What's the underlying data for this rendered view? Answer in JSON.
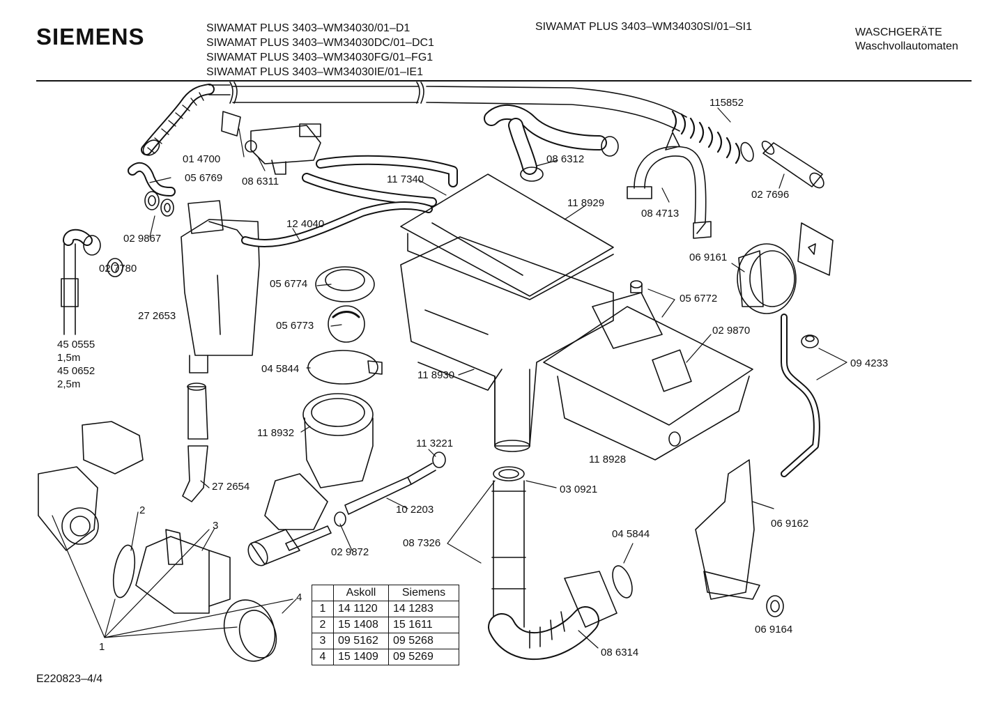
{
  "header": {
    "brand": "SIEMENS",
    "models": [
      "SIWAMAT PLUS 3403–WM34030/01–D1",
      "SIWAMAT PLUS 3403–WM34030DC/01–DC1",
      "SIWAMAT PLUS 3403–WM34030FG/01–FG1",
      "SIWAMAT PLUS 3403–WM34030IE/01–IE1"
    ],
    "model_right": "SIWAMAT PLUS 3403–WM34030SI/01–SI1",
    "category": "WASCHGERÄTE",
    "subcategory": "Waschvollautomaten"
  },
  "parts": {
    "p115852": "115852",
    "p014700": "01 4700",
    "p086312": "08 6312",
    "p056769": "05 6769",
    "p086311": "08 6311",
    "p117340": "11 7340",
    "p118929": "11 8929",
    "p084713": "08 4713",
    "p027696": "02 7696",
    "p029867": "02 9867",
    "p124040": "12 4040",
    "p069161": "06 9161",
    "p027780": "02 7780",
    "p056774": "05 6774",
    "p056772": "05 6772",
    "p272653": "27 2653",
    "p056773": "05 6773",
    "p029870": "02 9870",
    "p450555": "45 0555",
    "len1": "1,5m",
    "p450652": "45 0652",
    "len2": "2,5m",
    "p045844a": "04 5844",
    "p118930": "11 8930",
    "p094233": "09 4233",
    "p118932": "11 8932",
    "p113221": "11 3221",
    "p118928": "11 8928",
    "p272654": "27 2654",
    "p030921": "03 0921",
    "p102203": "10 2203",
    "p069162": "06 9162",
    "p087326": "08 7326",
    "p045844b": "04 5844",
    "p029872": "02 9872",
    "p086314": "08 6314",
    "p069164": "06 9164",
    "n1": "1",
    "n2": "2",
    "n3": "3",
    "n4": "4"
  },
  "xref_table": {
    "headers": [
      "Askoll",
      "Siemens"
    ],
    "rows": [
      {
        "idx": "1",
        "askoll": "14 1120",
        "siemens": "14 1283"
      },
      {
        "idx": "2",
        "askoll": "15 1408",
        "siemens": "15 1611"
      },
      {
        "idx": "3",
        "askoll": "09 5162",
        "siemens": "09 5268"
      },
      {
        "idx": "4",
        "askoll": "15 1409",
        "siemens": "09 5269"
      }
    ]
  },
  "footer": {
    "doc_id": "E220823–4/4"
  }
}
